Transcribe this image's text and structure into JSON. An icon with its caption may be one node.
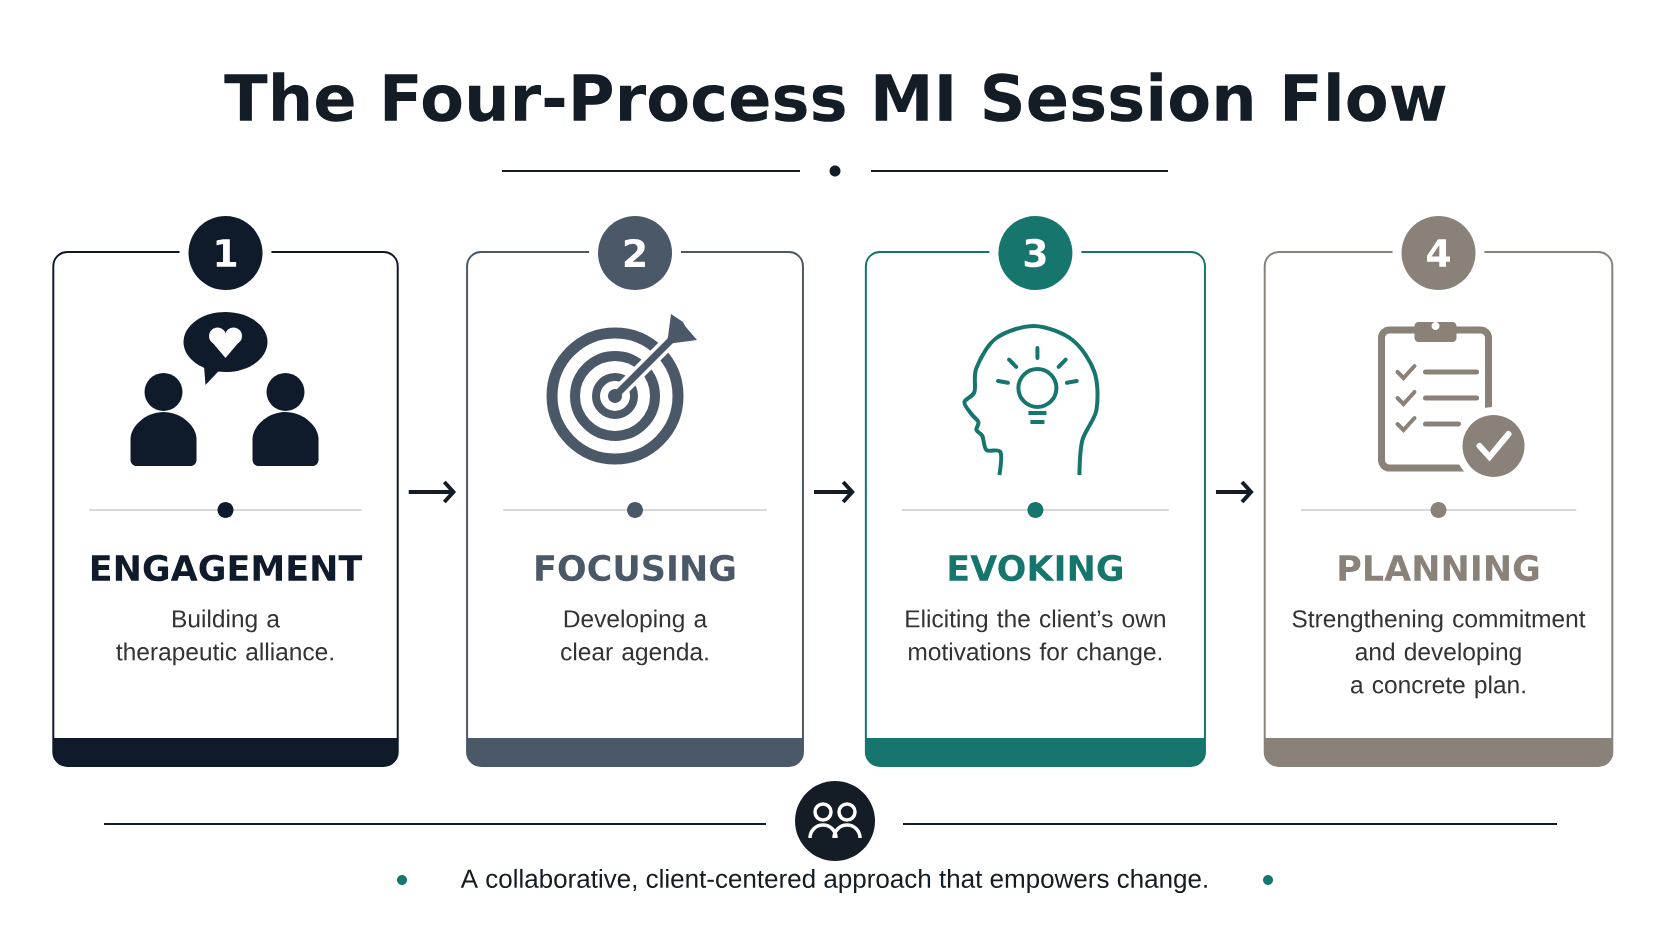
{
  "diagram": {
    "title": "The Four-Process MI Session Flow",
    "caption": "A collaborative, client-centered approach that empowers change.",
    "nodes": [
      {
        "text": [
          "1",
          "ENGAGEMENT",
          "Building a therapeutic alliance."
        ]
      },
      {
        "text": [
          "2",
          "FOCUSING",
          "Developing a clear agenda."
        ]
      },
      {
        "text": [
          "3",
          "EVOKING",
          "Eliciting the client’s own motivations for change."
        ]
      },
      {
        "text": [
          "4",
          "PLANNING",
          "Strengthening commitment and developing a concrete plan."
        ]
      }
    ],
    "edges": [
      {
        "from": 0,
        "to": 1,
        "arrow": "to"
      },
      {
        "from": 1,
        "to": 2,
        "arrow": "to"
      },
      {
        "from": 2,
        "to": 3,
        "arrow": "to"
      }
    ]
  }
}
